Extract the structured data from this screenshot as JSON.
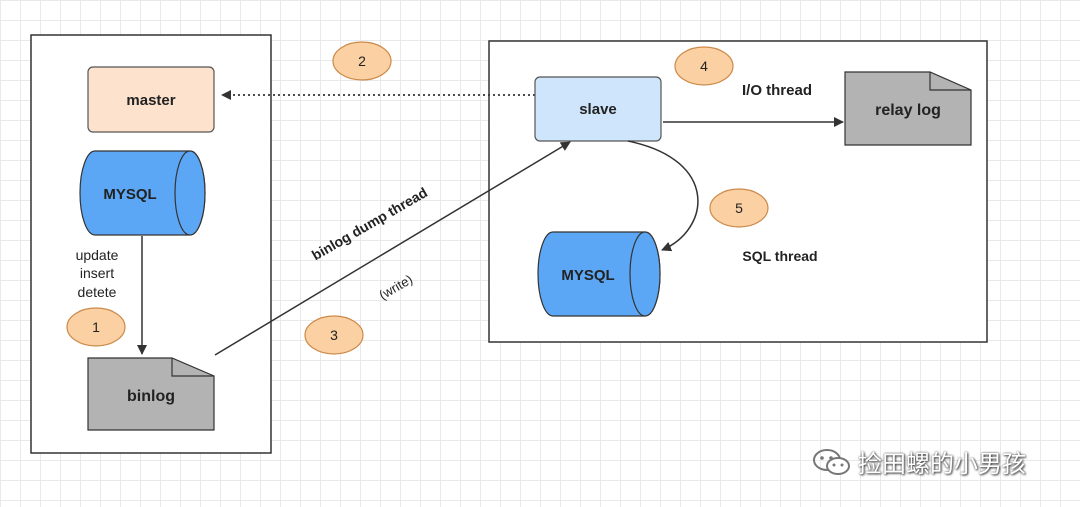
{
  "master": {
    "label": "master",
    "mysql_label": "MYSQL",
    "binlog_label": "binlog",
    "operations": [
      "update",
      "insert",
      "detete"
    ]
  },
  "slave": {
    "label": "slave",
    "mysql_label": "MYSQL",
    "relay_label": "relay log"
  },
  "threads": {
    "io": "I/O thread",
    "sql": "SQL thread",
    "binlog_dump": "binlog dump thread",
    "write": "(write)"
  },
  "steps": [
    "1",
    "2",
    "3",
    "4",
    "5"
  ],
  "watermark": "捡田螺的小男孩",
  "colors": {
    "master_fill": "#fde3cd",
    "slave_fill": "#cfe5fb",
    "db_fill": "#5ba7f5",
    "doc_fill": "#b3b3b3",
    "step_fill": "#fbd0a2",
    "step_stroke": "#cc8a4a"
  }
}
